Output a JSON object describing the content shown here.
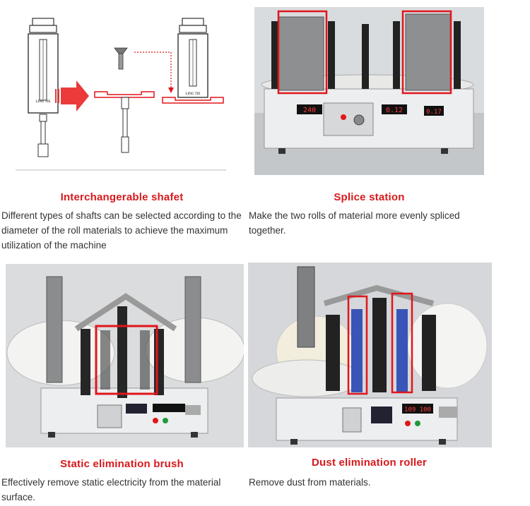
{
  "panels": [
    {
      "id": "interchangeable-shaft",
      "title": "Interchangerable shafet",
      "description": "Different types of shafts can be selected according to the diameter of the roll materials to achieve the maximum utilization of the machine",
      "logo_text": "LING TIE"
    },
    {
      "id": "splice-station",
      "title": "Splice station",
      "description": "Make the two rolls of material more evenly spliced together.",
      "display_left": "240",
      "display_right": "0.12",
      "display_far": "0.17"
    },
    {
      "id": "static-elimination-brush",
      "title": "Static elimination brush",
      "description": "Effectively remove static electricity from the material surface."
    },
    {
      "id": "dust-elimination-roller",
      "title": "Dust elimination roller",
      "description": "Remove dust from materials.",
      "display_main": "109 100"
    }
  ],
  "colors": {
    "title_red": "#d7191c",
    "highlight_red": "#e0161b",
    "body_text": "#333333"
  }
}
